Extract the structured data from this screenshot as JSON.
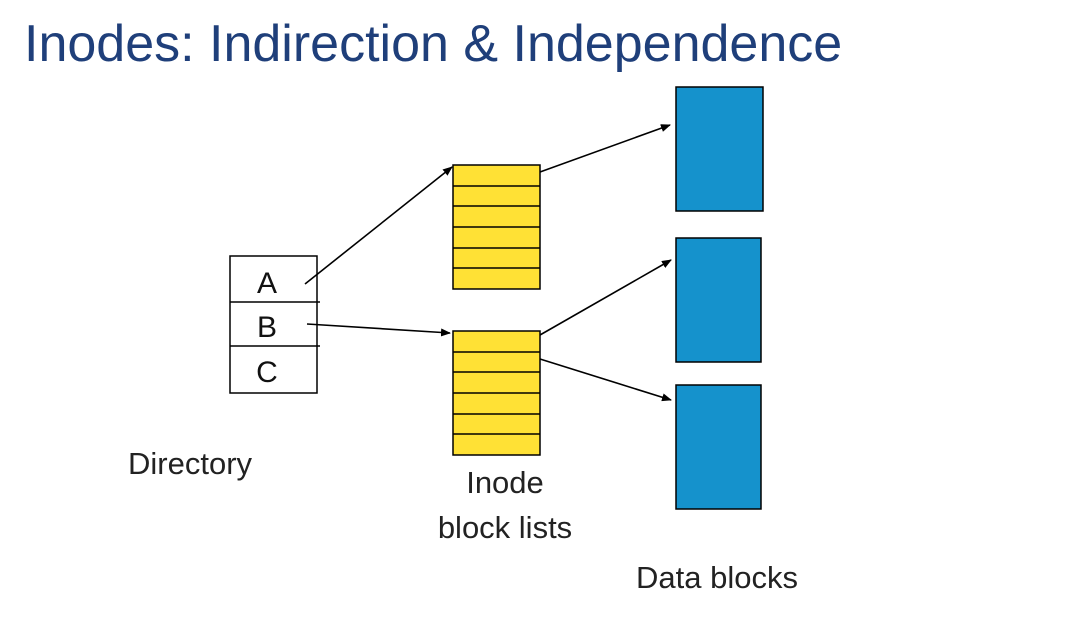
{
  "slide": {
    "title": "Inodes: Indirection & Independence"
  },
  "directory": {
    "entries": [
      "A",
      "B",
      "C"
    ],
    "label": "Directory"
  },
  "inode_lists": {
    "label_line1": "Inode",
    "label_line2": "block lists",
    "rows_per_list": 6
  },
  "data_blocks": {
    "label": "Data blocks"
  },
  "colors": {
    "title": "#1f3f7a",
    "inode_fill": "#ffe135",
    "data_block_fill": "#1592cc",
    "line": "#000000"
  }
}
